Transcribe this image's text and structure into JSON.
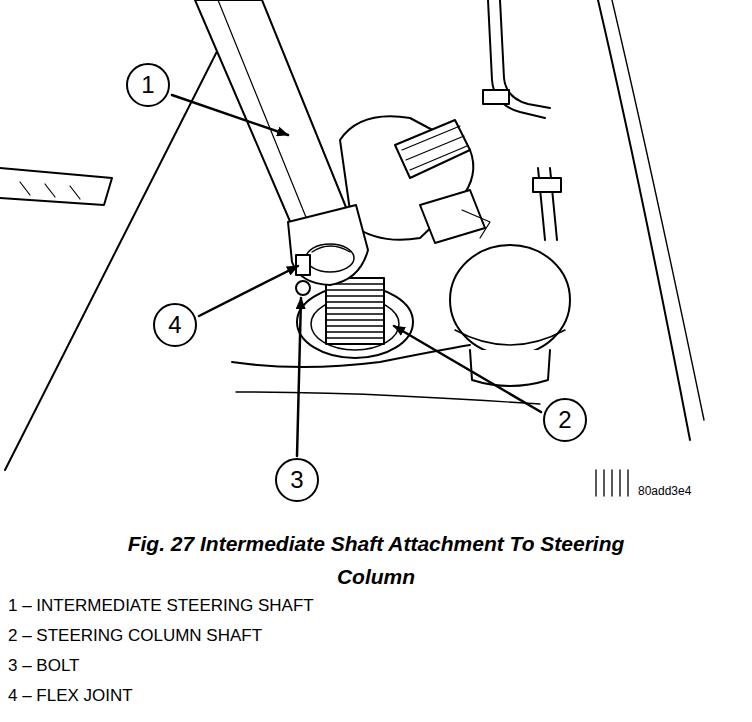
{
  "diagram": {
    "caption": "Fig. 27 Intermediate Shaft Attachment To Steering Column",
    "nodes": [
      {
        "text": [
          "1"
        ]
      },
      {
        "text": [
          "4"
        ]
      },
      {
        "text": [
          "2"
        ]
      },
      {
        "text": [
          "3"
        ]
      }
    ],
    "labels": [
      "80add3e4",
      "1 – INTERMEDIATE STEERING SHAFT",
      "2 – STEERING COLUMN SHAFT",
      "3 – BOLT",
      "4 – FLEX JOINT"
    ]
  }
}
